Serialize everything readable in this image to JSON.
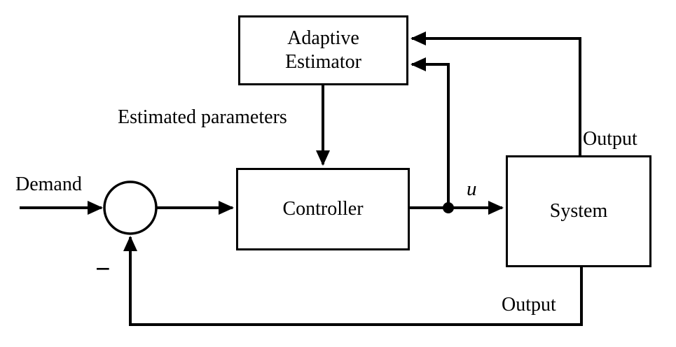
{
  "colors": {
    "line": "#000000",
    "background": "#ffffff"
  },
  "blocks": {
    "adaptive_estimator": "Adaptive\nEstimator",
    "controller": "Controller",
    "system": "System"
  },
  "labels": {
    "demand": "Demand",
    "estimated_parameters": "Estimated parameters",
    "output_top": "Output",
    "control_signal_u": "u",
    "output_bottom": "Output",
    "minus": "−"
  }
}
